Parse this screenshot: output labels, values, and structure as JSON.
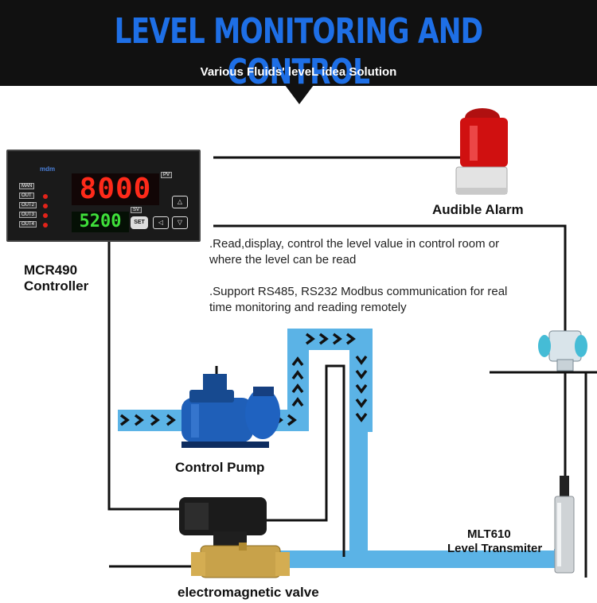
{
  "header": {
    "title": "LEVEL MONITORING AND CONTROL",
    "subtitle": "Various Fluids' leveL idea Solution"
  },
  "controller": {
    "brand": "mdm",
    "pv_display": "8000",
    "sv_display": "5200",
    "pv_tag": "PV",
    "sv_tag": "SV",
    "set_label": "SET",
    "indicators": [
      "MAN",
      "OUT",
      "OUT2",
      "OUT3",
      "OUT4"
    ],
    "name_line1": "MCR490",
    "name_line2": "Controller"
  },
  "labels": {
    "alarm": "Audible Alarm",
    "pump": "Control Pump",
    "valve": "electromagnetic valve",
    "transmitter_line1": "MLT610",
    "transmitter_line2": "Level Transmiter"
  },
  "descriptions": {
    "point1_line1": ".Read,display, control the level value in control room or",
    "point1_line2": "where the level can be read",
    "point2_line1": ".Support RS485, RS232 Modbus communication for real",
    "point2_line2": "time monitoring and reading remotely"
  },
  "colors": {
    "water": "#5bb3e6",
    "arrow": "#111111",
    "header_bg": "#111111",
    "title": "#1e6fe6",
    "alarm_red": "#d01010",
    "pump_blue": "#1f5fb8"
  }
}
